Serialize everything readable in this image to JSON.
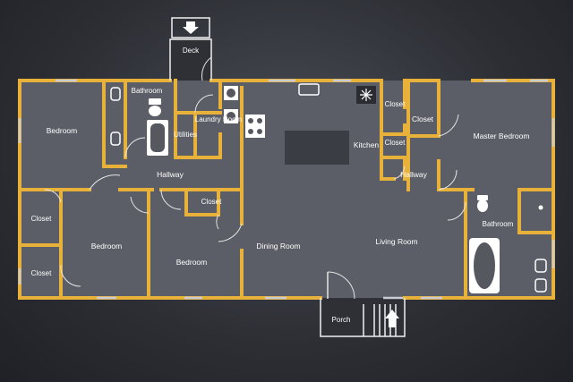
{
  "labels": {
    "deck": "Deck",
    "bathroom_top": "Bathroom",
    "laundry": "Laundry Room",
    "utilities": "Utilities",
    "bedroom_nw": "Bedroom",
    "hallway_left": "Hallway",
    "closet_left_upper": "Closet",
    "closet_left_lower": "Closet",
    "bedroom_sw": "Bedroom",
    "bedroom_mid": "Bedroom",
    "closet_mid": "Closet",
    "dining": "Dining Room",
    "kitchen": "Kitchen",
    "living": "Living Room",
    "closet_k_top": "Closet",
    "closet_k_bottom": "Closet",
    "closet_master": "Closet",
    "hallway_right": "Hallway",
    "master_bedroom": "Master Bedroom",
    "bathroom_master": "Bathroom",
    "porch": "Porch"
  },
  "colors": {
    "wall": "#e8b23a",
    "floor": "#5b5e66",
    "floor_alt": "#54575f",
    "fixture": "#ffffff",
    "island": "#3a3d44"
  },
  "icons": [
    "arrow-down-icon",
    "arrow-up-icon",
    "sink-icon",
    "stove-icon",
    "washer-icon",
    "dryer-icon",
    "toilet-icon",
    "bathtub-icon",
    "fan-icon"
  ]
}
